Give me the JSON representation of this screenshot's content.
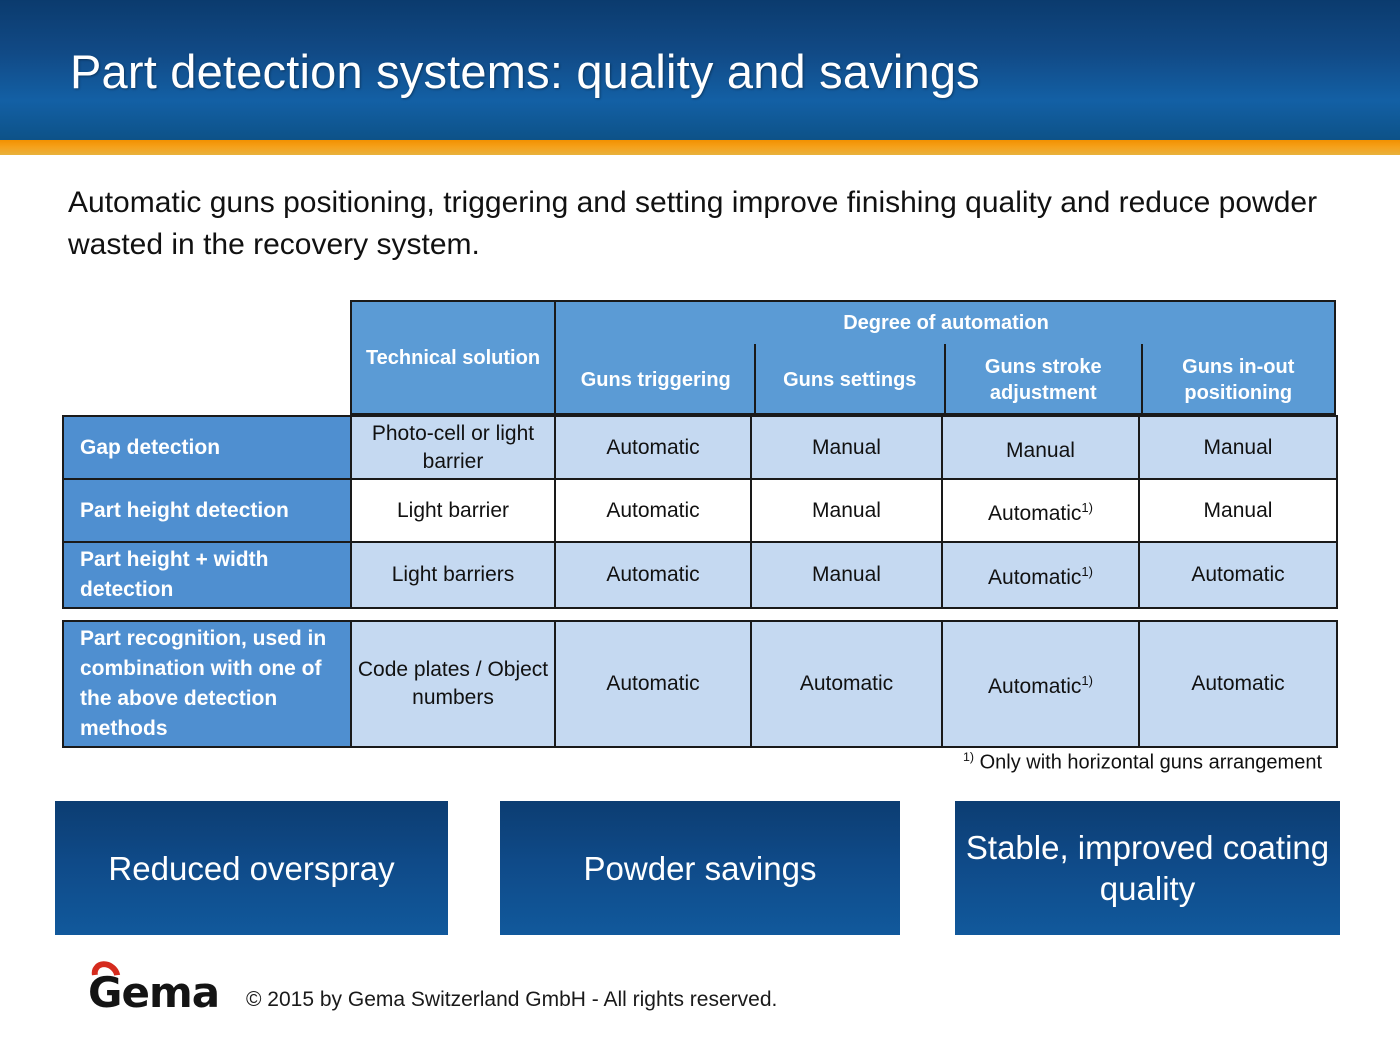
{
  "header": {
    "title": "Part detection systems: quality and savings",
    "band_color_top": "#0b3b6e",
    "band_color_bottom": "#0d5288",
    "accent_color": "#f29100"
  },
  "subtitle": "Automatic guns positioning, triggering and setting improve finishing quality and reduce powder wasted in the recovery system.",
  "table": {
    "header": {
      "technical_solution": "Technical solution",
      "degree_of_automation": "Degree of automation",
      "columns": [
        "Guns triggering",
        "Guns settings",
        "Guns stroke adjustment",
        "Guns in-out positioning"
      ]
    },
    "header_bg": "#5b9bd5",
    "rowhead_bg": "#4f8fd0",
    "band_color": "#c5d9f1",
    "rows": [
      {
        "label": "Gap detection",
        "solution": "Photo-cell or light barrier",
        "guns_triggering": "Automatic",
        "guns_settings": "Manual",
        "guns_stroke_adjustment": "Manual",
        "guns_stroke_adjustment_note": "",
        "guns_in_out_positioning": "Manual"
      },
      {
        "label": "Part height detection",
        "solution": "Light barrier",
        "guns_triggering": "Automatic",
        "guns_settings": "Manual",
        "guns_stroke_adjustment": "Automatic",
        "guns_stroke_adjustment_note": "1)",
        "guns_in_out_positioning": "Manual"
      },
      {
        "label": "Part height + width detection",
        "solution": "Light barriers",
        "guns_triggering": "Automatic",
        "guns_settings": "Manual",
        "guns_stroke_adjustment": "Automatic",
        "guns_stroke_adjustment_note": "1)",
        "guns_in_out_positioning": "Automatic"
      },
      {
        "label": "Part recognition, used in combination with one of the above detection methods",
        "solution": "Code plates / Object numbers",
        "guns_triggering": "Automatic",
        "guns_settings": "Automatic",
        "guns_stroke_adjustment": "Automatic",
        "guns_stroke_adjustment_note": "1)",
        "guns_in_out_positioning": "Automatic"
      }
    ]
  },
  "footnote": {
    "marker": "1)",
    "text": "Only with horizontal guns arrangement"
  },
  "benefits": [
    {
      "label": "Reduced overspray"
    },
    {
      "label": "Powder savings"
    },
    {
      "label": "Stable, improved coating quality"
    }
  ],
  "footer": {
    "logo_text": "Gema",
    "logo_accent_color": "#d52b1e",
    "copyright": "© 2015 by Gema Switzerland GmbH - All rights reserved."
  }
}
